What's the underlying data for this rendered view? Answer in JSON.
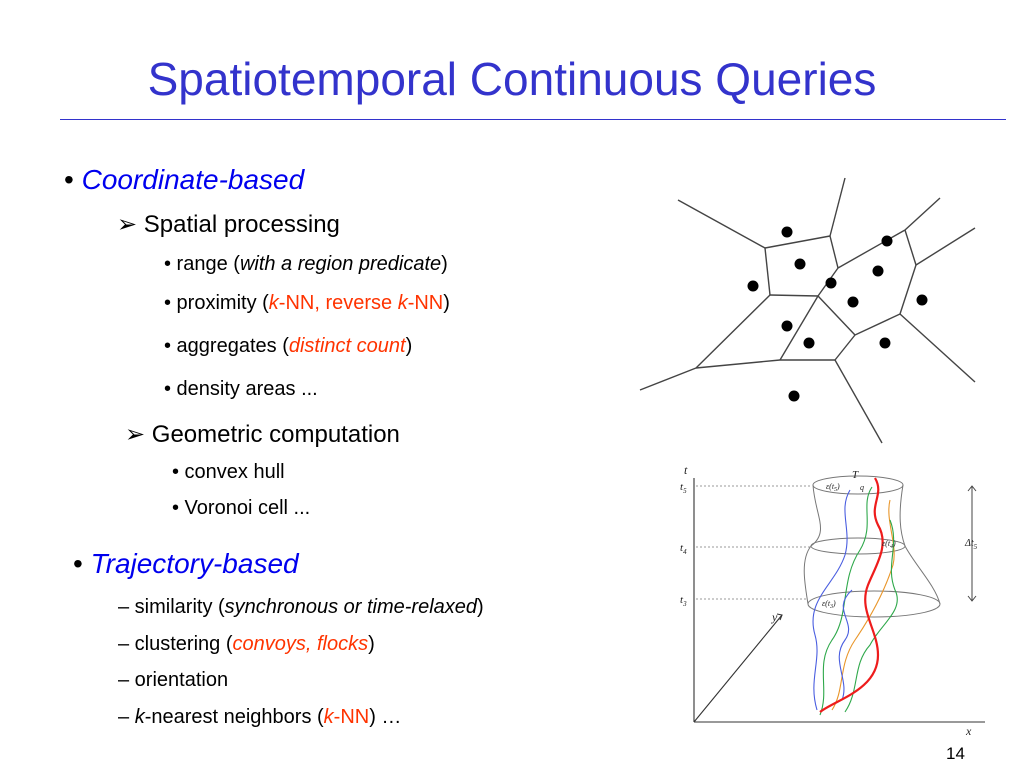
{
  "slide": {
    "title": "Spatiotemporal Continuous Queries",
    "page_number": "14"
  },
  "coordinate": {
    "bullet": "•",
    "heading": "Coordinate-based",
    "spatial": {
      "marker": "➢",
      "label": "Spatial processing",
      "items": [
        {
          "pre": "• range (",
          "em": "with a region predicate",
          "post": ")"
        },
        {
          "pre": "• proximity (",
          "k1": "k",
          "mid": "-NN, reverse ",
          "k2": "k",
          "tail": "-NN",
          "post": ")"
        },
        {
          "pre": "• aggregates (",
          "em": "distinct count",
          "post": ")"
        },
        {
          "text": "• density areas  ..."
        }
      ]
    },
    "geometric": {
      "marker": "➢",
      "label": "Geometric computation",
      "items": [
        "• convex hull",
        "• Voronoi cell ..."
      ]
    }
  },
  "trajectory": {
    "bullet": "•",
    "heading": "Trajectory-based",
    "items": [
      {
        "pre": "– similarity (",
        "em": "synchronous or time-relaxed",
        "post": ")"
      },
      {
        "pre": "– clustering (",
        "em": "convoys, flocks",
        "post": ")"
      },
      {
        "text": "– orientation"
      },
      {
        "dash": "– ",
        "k": "k",
        "mid": "-nearest neighbors (",
        "k2": "k",
        "tail": "-NN",
        "post": ") …"
      }
    ]
  },
  "trajectory_figure": {
    "axis_t": "t",
    "axis_x": "x",
    "axis_y": "y",
    "ticks": [
      {
        "base": "t",
        "sub": "5"
      },
      {
        "base": "t",
        "sub": "4"
      },
      {
        "base": "t",
        "sub": "3"
      }
    ],
    "label_T": "T",
    "label_q": "q",
    "eps": [
      {
        "base": "ε(t",
        "sub": "5",
        "close": ")"
      },
      {
        "base": "ε(t",
        "sub": "4",
        "close": ")"
      },
      {
        "base": "ε(t",
        "sub": "3",
        "close": ")"
      }
    ],
    "delta": {
      "base": "Δt",
      "sub": "5"
    },
    "colors": {
      "red": "#ee1c1c",
      "green": "#2ea84a",
      "blue": "#4a5ee0",
      "orange": "#e9962a",
      "grey": "#777777"
    }
  }
}
